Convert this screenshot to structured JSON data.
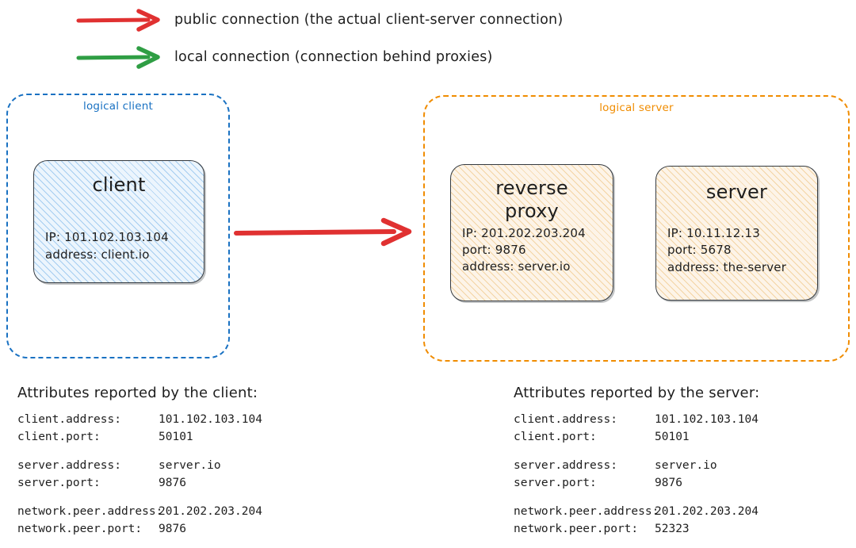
{
  "legend": {
    "items": [
      {
        "id": "public",
        "color": "#e03131",
        "label": "public connection (the actual client-server connection)"
      },
      {
        "id": "local",
        "color": "#2f9e44",
        "label": "local connection (connection behind proxies)"
      }
    ]
  },
  "colors": {
    "client_group_border": "#1971c2",
    "server_group_border": "#f08c00",
    "public_arrow": "#e03131",
    "local_arrow": "#2f9e44",
    "node_border": "#343a40"
  },
  "groups": {
    "client": {
      "label": "logical client"
    },
    "server": {
      "label": "logical server"
    }
  },
  "nodes": {
    "client": {
      "title": "client",
      "lines": [
        "IP: 101.102.103.104",
        "address: client.io"
      ]
    },
    "reverse_proxy": {
      "title": "reverse\nproxy",
      "lines": [
        "IP: 201.202.203.204",
        "port: 9876",
        "address: server.io"
      ]
    },
    "server": {
      "title": "server",
      "lines": [
        "IP: 10.11.12.13",
        "port: 5678",
        "address: the-server"
      ]
    }
  },
  "attributes": {
    "client_panel": {
      "heading": "Attributes reported by the client:",
      "groups": [
        [
          {
            "key": "client.address:",
            "value": "101.102.103.104"
          },
          {
            "key": "client.port:",
            "value": "50101"
          }
        ],
        [
          {
            "key": "server.address:",
            "value": "server.io"
          },
          {
            "key": "server.port:",
            "value": "9876"
          }
        ],
        [
          {
            "key": "network.peer.address:",
            "value": "201.202.203.204"
          },
          {
            "key": "network.peer.port:",
            "value": "9876"
          }
        ]
      ]
    },
    "server_panel": {
      "heading": "Attributes reported by the server:",
      "groups": [
        [
          {
            "key": "client.address:",
            "value": "101.102.103.104"
          },
          {
            "key": "client.port:",
            "value": "50101"
          }
        ],
        [
          {
            "key": "server.address:",
            "value": "server.io"
          },
          {
            "key": "server.port:",
            "value": "9876"
          }
        ],
        [
          {
            "key": "network.peer.address:",
            "value": "201.202.203.204"
          },
          {
            "key": "network.peer.port:",
            "value": "52323"
          }
        ]
      ]
    }
  }
}
